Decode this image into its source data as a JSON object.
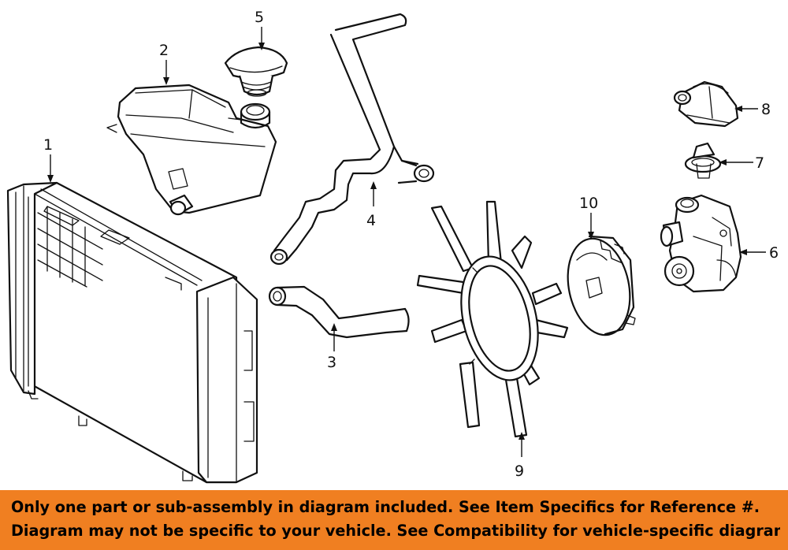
{
  "diagram": {
    "callouts": [
      {
        "id": "1",
        "label": "1"
      },
      {
        "id": "2",
        "label": "2"
      },
      {
        "id": "3",
        "label": "3"
      },
      {
        "id": "4",
        "label": "4"
      },
      {
        "id": "5",
        "label": "5"
      },
      {
        "id": "6",
        "label": "6"
      },
      {
        "id": "7",
        "label": "7"
      },
      {
        "id": "8",
        "label": "8"
      },
      {
        "id": "9",
        "label": "9"
      },
      {
        "id": "10",
        "label": "10"
      }
    ]
  },
  "footer": {
    "line1": "Only one part or sub-assembly in diagram included. See Item Specifics for Reference #.",
    "line2": "Diagram may not be specific to your vehicle. See Compatibility for vehicle-specific diagrams.",
    "background": "#f07f21"
  }
}
